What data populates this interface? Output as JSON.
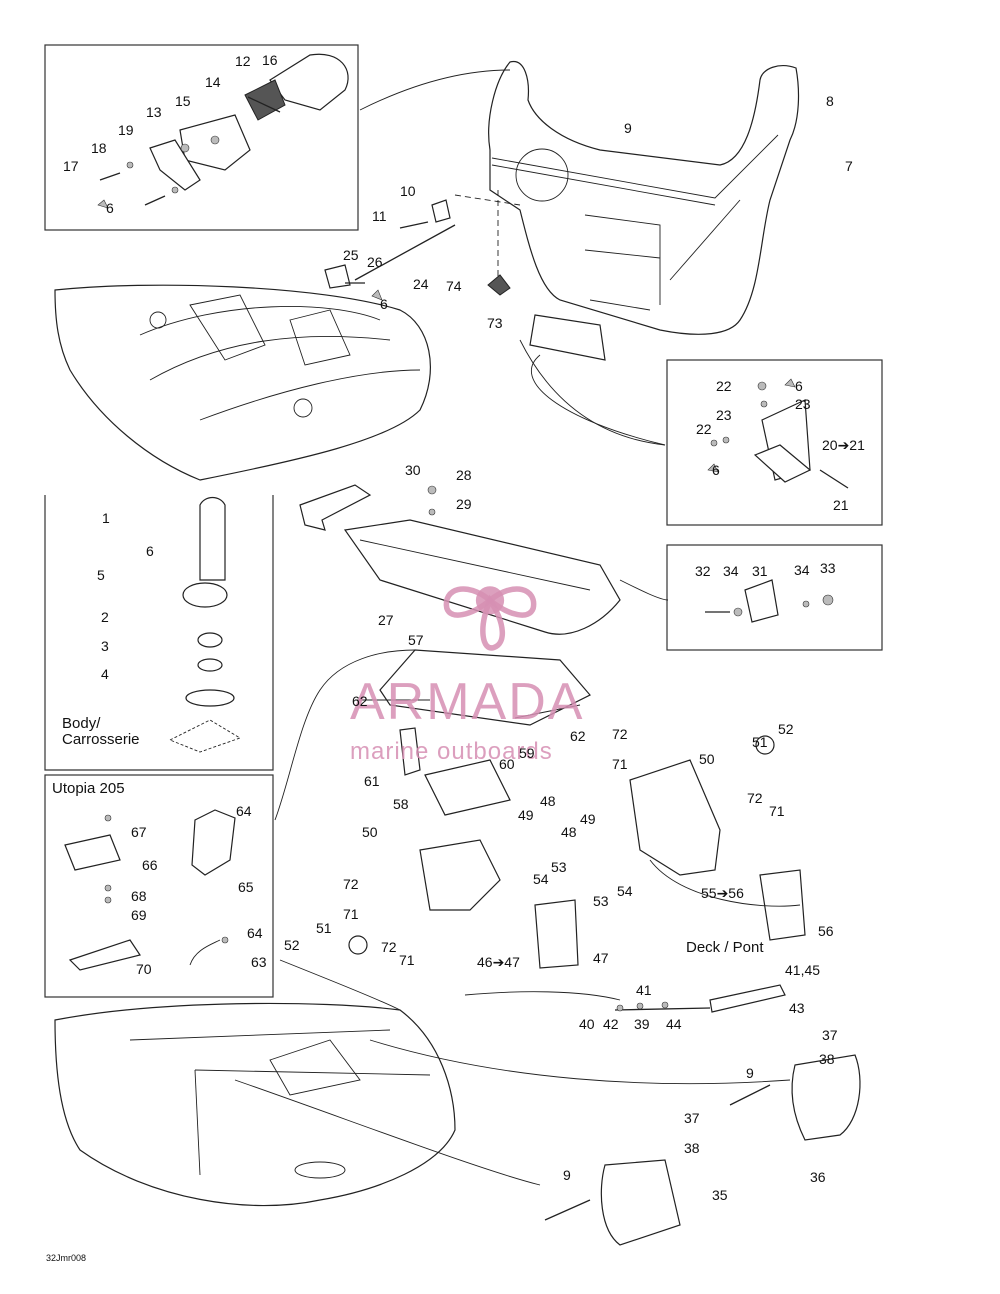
{
  "watermark": {
    "brand": "ARMADA",
    "tagline": "marine outboards",
    "color": "#d68fb3"
  },
  "drawing_code": "32Jmr008",
  "insets": {
    "body_note": "Body/",
    "body_note_fr": "Carrosserie",
    "utopia_title": "Utopia 205",
    "deck_note": "Deck / Pont"
  },
  "callouts": {
    "c1": "1",
    "c2": "2",
    "c3": "3",
    "c4": "4",
    "c5": "5",
    "c6a": "6",
    "c6b": "6",
    "c6c": "6",
    "c6d": "6",
    "c6e": "6",
    "c7": "7",
    "c8": "8",
    "c9a": "9",
    "c9b": "9",
    "c9c": "9",
    "c10": "10",
    "c11": "11",
    "c12": "12",
    "c13": "13",
    "c14": "14",
    "c15": "15",
    "c16": "16",
    "c17": "17",
    "c18": "18",
    "c19": "19",
    "c20": "20➔21",
    "c21": "21",
    "c22a": "22",
    "c22b": "22",
    "c23a": "23",
    "c23b": "23",
    "c24": "24",
    "c25": "25",
    "c26": "26",
    "c27": "27",
    "c28": "28",
    "c29": "29",
    "c30": "30",
    "c31": "31",
    "c32": "32",
    "c33": "33",
    "c34a": "34",
    "c34b": "34",
    "c35": "35",
    "c36": "36",
    "c37a": "37",
    "c37b": "37",
    "c38a": "38",
    "c38b": "38",
    "c39": "39",
    "c40": "40",
    "c41": "41",
    "c4145": "41,45",
    "c42": "42",
    "c43": "43",
    "c44": "44",
    "c4647": "46➔47",
    "c47": "47",
    "c48a": "48",
    "c48b": "48",
    "c49a": "49",
    "c49b": "49",
    "c50a": "50",
    "c50b": "50",
    "c51a": "51",
    "c51b": "51",
    "c52a": "52",
    "c52b": "52",
    "c53a": "53",
    "c53b": "53",
    "c54a": "54",
    "c54b": "54",
    "c5556": "55➔56",
    "c56": "56",
    "c57": "57",
    "c58": "58",
    "c59": "59",
    "c60": "60",
    "c61": "61",
    "c62a": "62",
    "c62b": "62",
    "c63": "63",
    "c64a": "64",
    "c64b": "64",
    "c65": "65",
    "c66": "66",
    "c67": "67",
    "c68": "68",
    "c69": "69",
    "c70": "70",
    "c71a": "71",
    "c71b": "71",
    "c71c": "71",
    "c71d": "71",
    "c72a": "72",
    "c72b": "72",
    "c72c": "72",
    "c72d": "72",
    "c73": "73",
    "c74": "74"
  }
}
